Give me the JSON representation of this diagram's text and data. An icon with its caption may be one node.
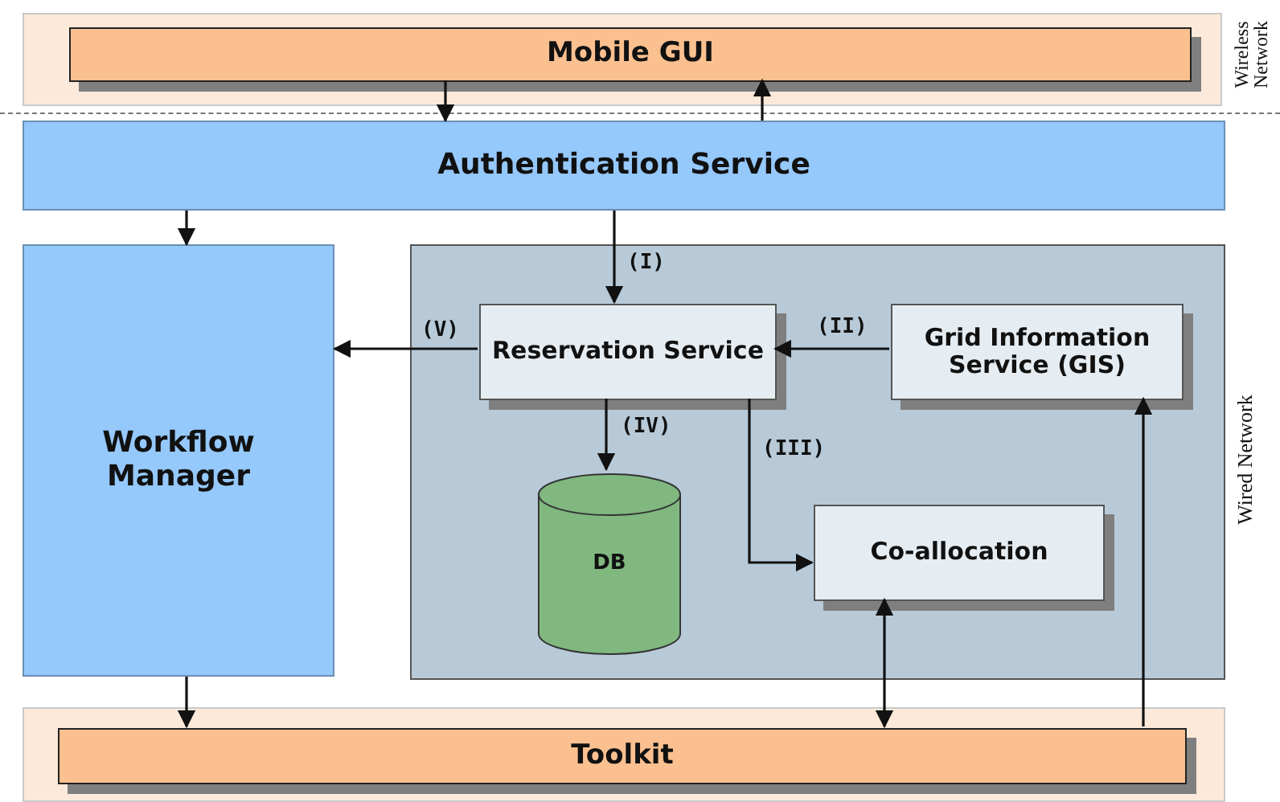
{
  "diagram": {
    "nodes": [
      {
        "text": [],
        "shape": "box"
      },
      {
        "text": [
          "Mobile GUI"
        ],
        "in": 0
      },
      {
        "text": [
          "Authentication Service"
        ]
      },
      {
        "text": [
          "Workflow Manager"
        ]
      },
      {
        "text": [],
        "shape": "box"
      },
      {
        "text": [
          "Reservation Service"
        ],
        "in": 4
      },
      {
        "text": [
          "Grid Information Service (GIS)"
        ],
        "in": 4
      },
      {
        "text": [
          "DB"
        ],
        "in": 4
      },
      {
        "text": [
          "Co-allocation"
        ],
        "in": 4
      },
      {
        "text": [],
        "shape": "box"
      },
      {
        "text": [
          "Toolkit"
        ],
        "in": 9
      }
    ],
    "edges": [
      {
        "from": 1,
        "to": 2,
        "arrow": "to"
      },
      {
        "from": 2,
        "to": 1,
        "arrow": "to"
      },
      {
        "from": 2,
        "to": 3,
        "arrow": "to"
      },
      {
        "from": 2,
        "to": 5,
        "arrow": "to",
        "label": "(I)"
      },
      {
        "from": 6,
        "to": 5,
        "arrow": "to",
        "label": "(II)"
      },
      {
        "from": 5,
        "to": 8,
        "arrow": "to",
        "label": "(III)"
      },
      {
        "from": 5,
        "to": 7,
        "arrow": "to",
        "label": "(IV)"
      },
      {
        "from": 5,
        "to": 3,
        "arrow": "to",
        "label": "(V)"
      },
      {
        "from": 8,
        "to": 10,
        "arrow": "both"
      },
      {
        "from": 3,
        "to": 10,
        "arrow": "to"
      },
      {
        "from": 10,
        "to": 6,
        "arrow": "to"
      }
    ],
    "labels": [
      "Wireless Network",
      "Wired Network"
    ]
  }
}
